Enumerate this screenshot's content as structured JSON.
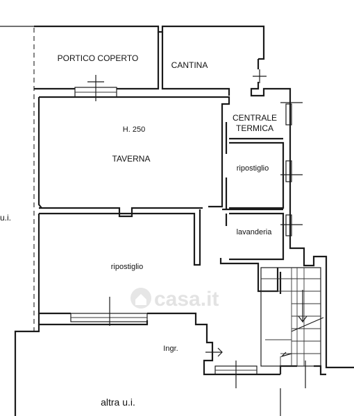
{
  "rooms": {
    "portico": "PORTICO COPERTO",
    "cantina": "CANTINA",
    "centrale_1": "CENTRALE",
    "centrale_2": "TERMICA",
    "height": "H. 250",
    "taverna": "TAVERNA",
    "ripostiglio_small": "ripostiglio",
    "lavanderia": "lavanderia",
    "ripostiglio_large": "ripostiglio",
    "ingresso": "Ingr.",
    "altra_bottom": "altra u.i.",
    "altra_left": "u.i."
  },
  "watermark": "casa.it",
  "icons": {
    "watermark_logo": "house-circle-icon",
    "entry_arrow": "arrow-right-icon"
  }
}
